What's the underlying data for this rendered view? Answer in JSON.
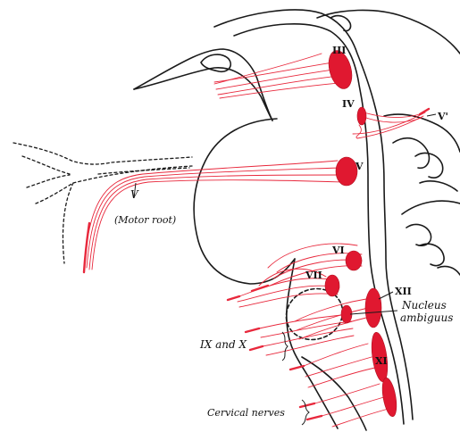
{
  "colors": {
    "nerve": "#e8283c",
    "nucleus": "#e01830",
    "outline": "#1a1a1a",
    "background": "#ffffff"
  },
  "labels": {
    "n3": "III",
    "n4": "IV",
    "n5": "V",
    "n5prime": "V'",
    "n6": "VI",
    "n7": "VII",
    "n11": "XI",
    "n12": "XII",
    "motor_v": "V",
    "motor_root": "(Motor root)",
    "nucleus_line1": "Nucleus",
    "nucleus_line2": "ambiguus",
    "ix_x": "IX and X",
    "cervical": "Cervical nerves"
  }
}
